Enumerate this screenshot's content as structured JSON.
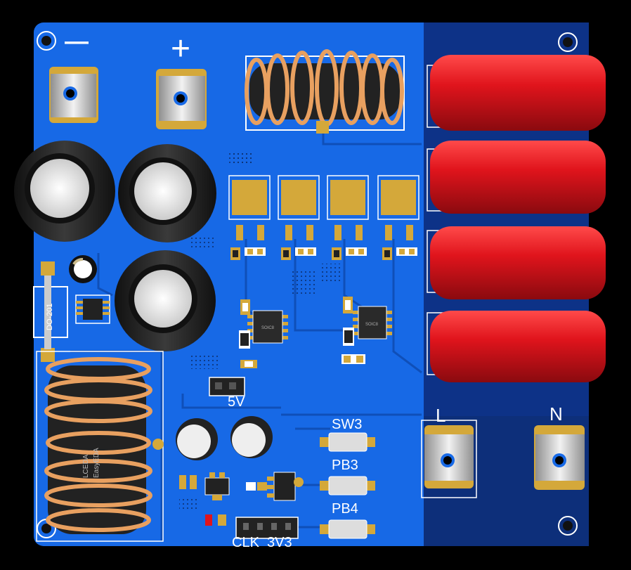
{
  "colors": {
    "background": "#000000",
    "pcb": "#1769e6",
    "pcb_dark": "#0f4fb8",
    "pcb_hv_zone": "#0d2f7a",
    "silk": "#ffffff",
    "gold": "#d4a83a",
    "copper_wire": "#e8a060",
    "capacitor_red": "#e0141c",
    "cap_black": "#1a1a1a",
    "metal": "#d0d0d0"
  },
  "labels": {
    "minus": "—",
    "plus": "+",
    "diode": "DO-201",
    "jumper_5v": "5V",
    "sw3": "SW3",
    "pb3": "PB3",
    "pb4": "PB4",
    "header": "CLK  3V3",
    "terminal_l": "L",
    "terminal_n": "N",
    "ic1": "SOIC8",
    "ic2": "SOIC8",
    "inductor_brand_1": "LCEDA",
    "inductor_brand_2": "EasyEDA"
  }
}
